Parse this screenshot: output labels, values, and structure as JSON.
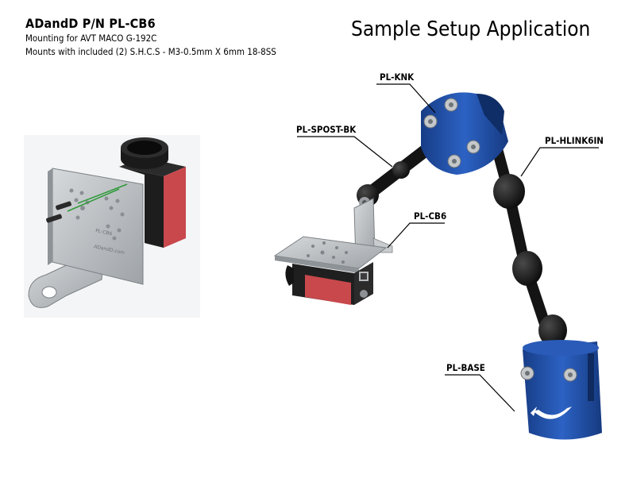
{
  "header": {
    "part_number": "ADandD P/N PL-CB6",
    "line1": "Mounting for AVT MACO G-192C",
    "line2": "Mounts with  included (2) S.H.C.S - M3-0.5mm X 6mm 18-8SS"
  },
  "setup": {
    "title": "Sample Setup Application"
  },
  "callouts": {
    "knk": "PL-KNK",
    "spost": "PL-SPOST-BK",
    "hlink": "PL-HLINK6IN",
    "cb6": "PL-CB6",
    "base": "PL-BASE"
  },
  "colors": {
    "blue": "#1f4fa6",
    "black_arm": "#141414",
    "camera_red": "#c8484c",
    "plate": "#bfc3c6"
  }
}
